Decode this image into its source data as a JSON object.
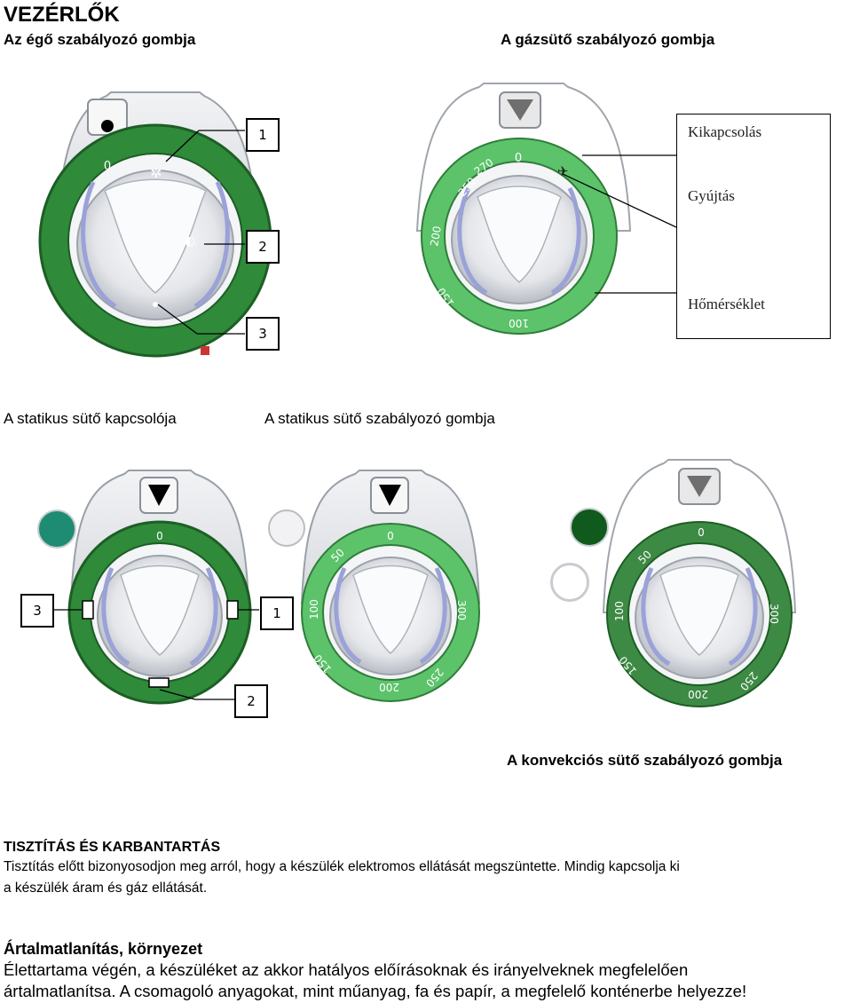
{
  "title": "VEZÉRLŐK",
  "captions": {
    "burner_knob": "Az égő szabályozó gombja",
    "gas_oven_knob": "A gázsütő szabályozó gombja",
    "static_oven_switch": "A statikus sütő kapcsolója",
    "static_oven_knob": "A statikus sütő szabályozó gombja",
    "convection_oven_knob": "A konvekciós sütő szabályozó gombja"
  },
  "callouts": {
    "burner": [
      "1",
      "2",
      "3"
    ],
    "static_switch": [
      "3",
      "1",
      "2"
    ]
  },
  "legend": {
    "off": "Kikapcsolás",
    "ignition": "Gyújtás",
    "temperature": "Hőmérséklet"
  },
  "dial_labels": {
    "zero": "0",
    "gas_oven": [
      "250",
      "270",
      "200",
      "150",
      "100"
    ],
    "static_oven": [
      "50",
      "100",
      "150",
      "200",
      "250",
      "300"
    ],
    "convection_oven": [
      "50",
      "100",
      "150",
      "200",
      "250",
      "300"
    ]
  },
  "colors": {
    "dark_green": "#2f8a3a",
    "light_green": "#5cc36a",
    "convection_green": "#3d8a44",
    "teal_indicator": "#1e8c72",
    "dark_indicator": "#0f5a1c"
  },
  "icons": {
    "off_symbol": "filled-circle-icon",
    "arrow_indicator": "triangle-down-icon",
    "ignition": "spark-icon",
    "flame": "flame-icon"
  },
  "cleaning": {
    "heading": "TISZTÍTÁS ÉS KARBANTARTÁS",
    "line1": "Tisztítás előtt bizonyosodjon meg arról, hogy a készülék elektromos ellátását megszüntette. Mindig kapcsolja ki",
    "line2": "a készülék áram és gáz ellátását."
  },
  "disposal": {
    "heading": "Ártalmatlanítás, környezet",
    "line1": "Élettartama végén, a készüléket az akkor hatályos előírásoknak és irányelveknek megfelelően",
    "line2": "ártalmatlanítsa. A csomagoló anyagokat, mint műanyag, fa és papír, a megfelelő konténerbe helyezze!"
  }
}
